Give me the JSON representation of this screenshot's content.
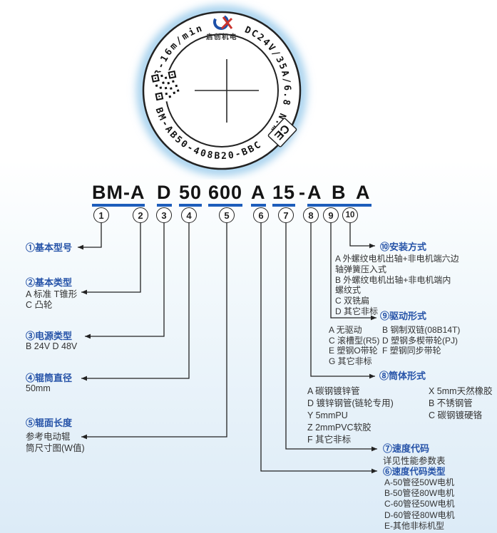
{
  "label": {
    "arc_speed": "3-16m/min",
    "arc_power": "DC24V/35A/6.8 N.m",
    "arc_model": "BM-AB50-408B20-BBC",
    "brand_name": "启创机电",
    "ce_mark": "CE",
    "colors": {
      "brand_blue": "#1d50a8",
      "brand_red": "#c9342e",
      "ring": "#222222",
      "glow": "#9ecdec"
    }
  },
  "model": {
    "full": "BM-A D 50 600 A 15 -A B A",
    "underline_color": "#1d5dbb",
    "segments": [
      "BM-A",
      "D",
      "50",
      "600",
      "A",
      "15",
      "-",
      "A B A"
    ],
    "markers": [
      "1",
      "2",
      "3",
      "4",
      "5",
      "6",
      "7",
      "8",
      "9",
      "10"
    ]
  },
  "left": {
    "blocks": [
      {
        "title": "①基本型号",
        "items": []
      },
      {
        "title": "②基本类型",
        "items": [
          "A 标准 T锥形",
          "C 凸轮"
        ]
      },
      {
        "title": "③电源类型",
        "items": [
          "B 24V D 48V"
        ]
      },
      {
        "title": "④辊筒直径",
        "items": [
          "50mm"
        ]
      },
      {
        "title": "⑤辊面长度",
        "items": [
          "参考电动辊",
          "筒尺寸图(W值)"
        ]
      }
    ]
  },
  "right": {
    "blocks": [
      {
        "title": "⑩安装方式",
        "items": [
          "A 外螺纹电机出轴+非电机端六边",
          "轴弹簧压入式",
          "B 外螺纹电机出轴+非电机端内",
          "螺纹式",
          "C 双铣扁",
          "D 其它非标"
        ]
      },
      {
        "title": "⑨驱动形式",
        "col1": [
          "A 无驱动",
          "C 滚槽型(R5)",
          "E 塑钢O带轮",
          "G 其它非标"
        ],
        "col2": [
          "B 钢制双链(08B14T)",
          "D 塑钢多楔带轮(PJ)",
          "F 塑钢同步带轮"
        ]
      },
      {
        "title": "⑧筒体形式",
        "col1": [
          "A 碳钢镀锌管",
          "D 镀锌钢管(链轮专用)",
          "Y 5mmPU",
          "Z 2mmPVC软胶",
          "F 其它非标"
        ],
        "col2": [
          "X 5mm天然橡胶",
          "B 不锈钢管",
          "C 碳钢镀硬铬"
        ]
      },
      {
        "title": "⑦速度代码",
        "items": [
          "详见性能参数表"
        ]
      },
      {
        "title": "⑥速度代码类型",
        "items": [
          "A-50管径50W电机",
          "B-50管径80W电机",
          "C-60管径50W电机",
          "D-60管径80W电机",
          "E-其他非标机型"
        ]
      }
    ]
  }
}
